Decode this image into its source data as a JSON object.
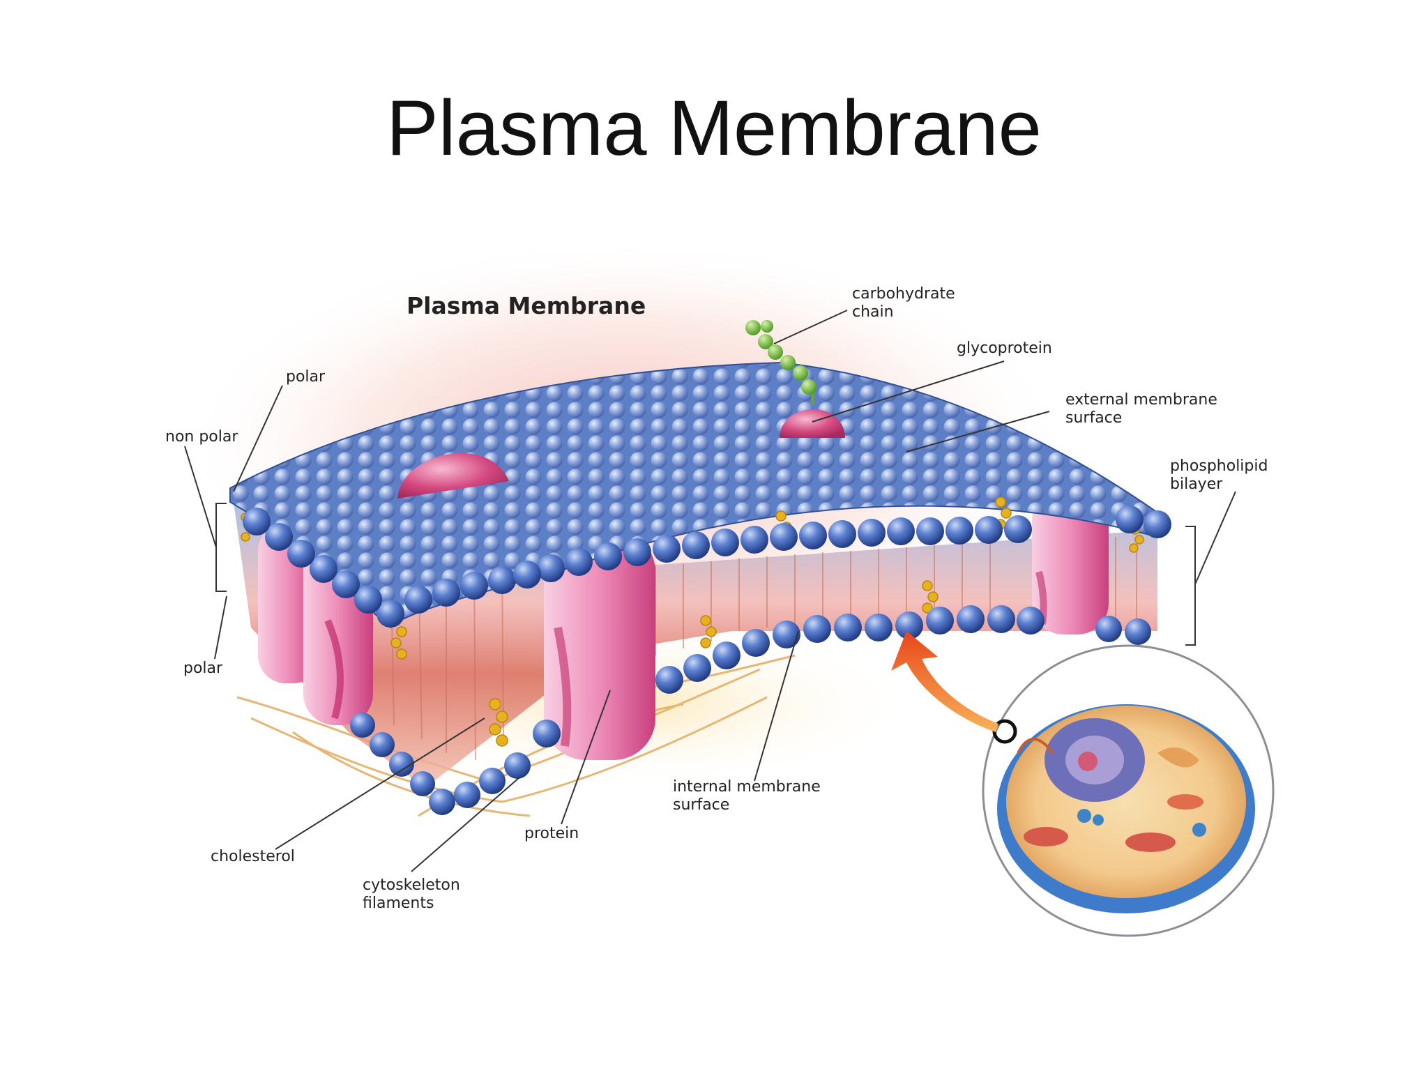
{
  "slide": {
    "title": "Plasma Membrane"
  },
  "diagram": {
    "title": "Plasma Membrane",
    "labels": {
      "carbohydrate_chain": [
        "carbohydrate",
        "chain"
      ],
      "glycoprotein": "glycoprotein",
      "external_membrane_surface": [
        "external membrane",
        "surface"
      ],
      "phospholipid_bilayer": [
        "phospholipid",
        "bilayer"
      ],
      "polar_top": "polar",
      "non_polar": "non polar",
      "polar_bottom": "polar",
      "cholesterol": "cholesterol",
      "cytoskeleton_filaments": [
        "cytoskeleton",
        "filaments"
      ],
      "protein": "protein",
      "internal_membrane_surface": [
        "internal membrane",
        "surface"
      ]
    },
    "colors": {
      "phospholipid_head": "#3b5fb8",
      "protein": "#e06aa0",
      "cholesterol": "#e8b21e",
      "carbohydrate": "#7cc043",
      "arrow": "#f06a1a",
      "cell_membrane": "#3e7ccb",
      "glow": "#f6c3c3"
    }
  }
}
